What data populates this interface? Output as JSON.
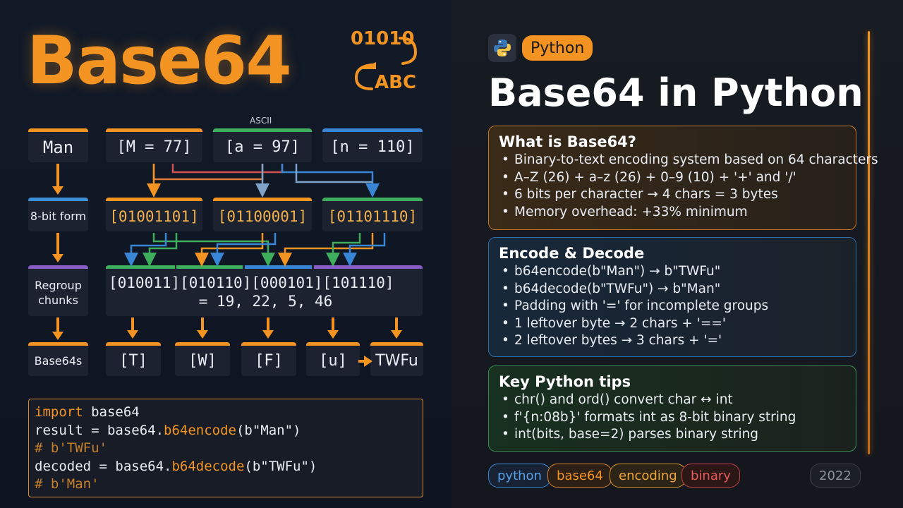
{
  "left": {
    "brand_title": "Base64",
    "icon_bits_top": "01010",
    "icon_bits_bottom": "ABC",
    "ascii_label": "ASCII",
    "row1": {
      "word": "Man",
      "chars": [
        "[M = 77]",
        "[a = 97]",
        "[n = 110]"
      ]
    },
    "row2": {
      "label": "8-bit form",
      "bytes": [
        "[01001101]",
        "[01100001]",
        "[01101110]"
      ]
    },
    "row3": {
      "label_line1": "Regroup",
      "label_line2": "chunks",
      "chunks_line": "[010011][010110][000101][101110]",
      "values_line": "= 19, 22, 5, 46"
    },
    "row4": {
      "label": "Base64s",
      "outputs": [
        "[T]",
        "[W]",
        "[F]",
        "[u]"
      ],
      "result": "TWFu"
    },
    "code": {
      "line1_kw": "import",
      "line1_rest": " base64",
      "line2_a": "result = base64.",
      "line2_fn": "b64encode",
      "line2_b": "(b\"Man\")",
      "line3": "# b'TWFu'",
      "line4_a": "decoded = base64.",
      "line4_fn": "b64decode",
      "line4_b": "(b\"TWFu\")",
      "line5": "# b'Man'"
    }
  },
  "right": {
    "python_pill": "Python",
    "title": "Base64 in Python",
    "cards": [
      {
        "heading": "What is Base64?",
        "items": [
          "Binary-to-text encoding system based on 64 characters",
          "A–Z (26) + a–z (26) + 0–9 (10) + '+' and '/'",
          "6 bits per character → 4 chars = 3 bytes",
          "Memory overhead: +33% minimum"
        ]
      },
      {
        "heading": "Encode & Decode",
        "items": [
          "b64encode(b\"Man\") → b\"TWFu\"",
          "b64decode(b\"TWFu\") → b\"Man\"",
          "Padding with '=' for incomplete groups",
          "1 leftover byte → 2 chars + '=='",
          "2 leftover bytes → 3 chars + '='"
        ]
      },
      {
        "heading": "Key Python tips",
        "items": [
          "chr() and ord() convert char ↔ int",
          "f'{n:08b}' formats int as 8-bit binary string",
          "int(bits, base=2) parses binary string"
        ]
      }
    ],
    "tags": [
      "python",
      "base64",
      "encoding",
      "binary"
    ],
    "year": "2022"
  },
  "colors": {
    "accent_orange": "#f39422",
    "green": "#3fae5c",
    "blue": "#3a86d6",
    "purple": "#8a5cc8",
    "red": "#e85a5a"
  }
}
